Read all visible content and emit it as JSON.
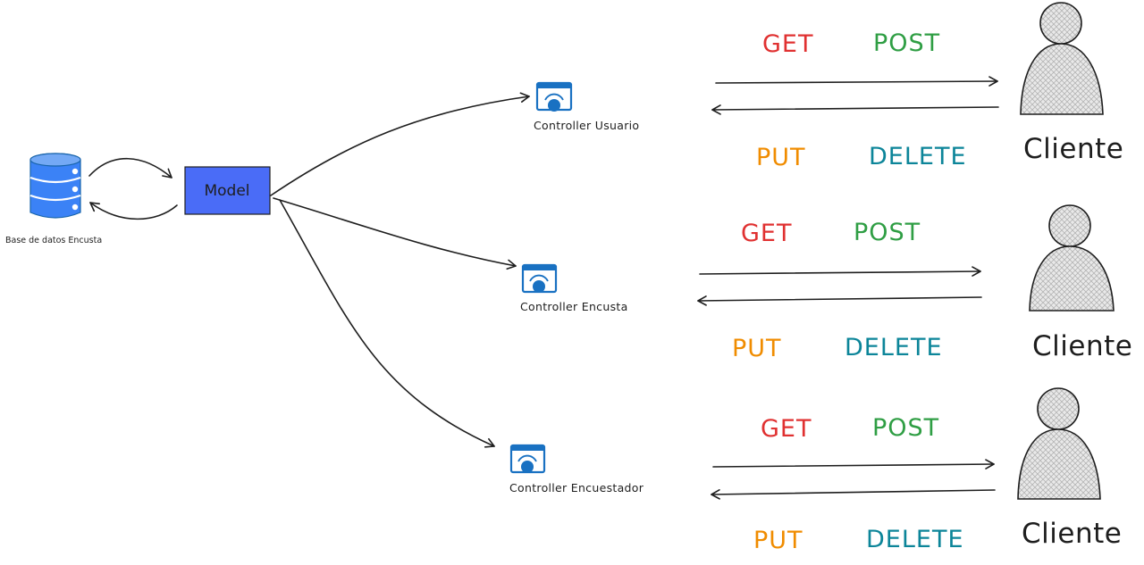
{
  "database": {
    "label": "Base de datos Encusta",
    "icon": "database-icon"
  },
  "model": {
    "label": "Model",
    "color": "#4a6cf7"
  },
  "controllers": [
    {
      "label": "Controller Usuario",
      "icon": "controller-window-icon"
    },
    {
      "label": "Controller Encusta",
      "icon": "controller-window-icon"
    },
    {
      "label": "Controller Encuestador",
      "icon": "controller-window-icon"
    }
  ],
  "clients": [
    {
      "label": "Cliente",
      "icon": "person-icon"
    },
    {
      "label": "Cliente",
      "icon": "person-icon"
    },
    {
      "label": "Cliente",
      "icon": "person-icon"
    }
  ],
  "methods": {
    "get": {
      "label": "GET",
      "color": "#e03131"
    },
    "post": {
      "label": "POST",
      "color": "#2f9e44"
    },
    "put": {
      "label": "PUT",
      "color": "#f08c00"
    },
    "delete": {
      "label": "DELETE",
      "color": "#0c8599"
    }
  },
  "colors": {
    "icon_blue": "#1971c2",
    "stroke": "#1e1e1e",
    "person_fill": "#d9d9d9"
  }
}
